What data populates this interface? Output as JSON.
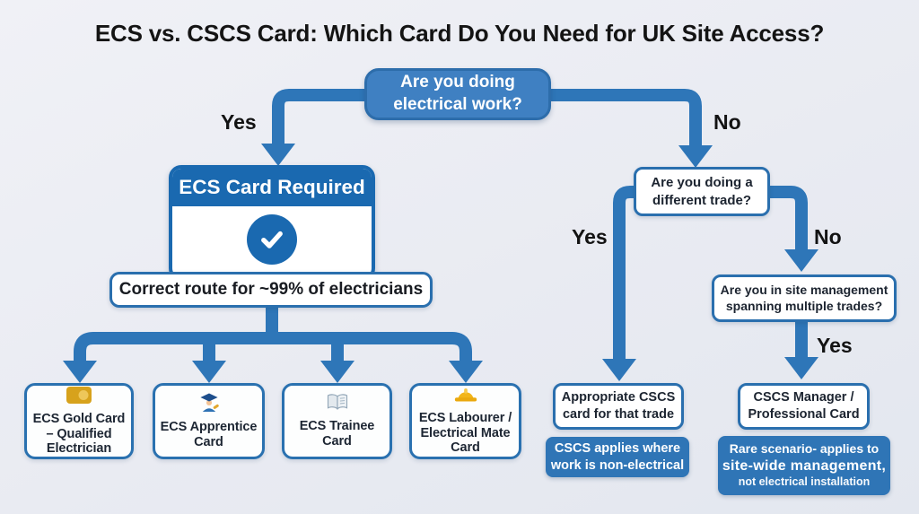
{
  "title": "ECS vs. CSCS Card: Which Card Do You Need for UK Site Access?",
  "labels": {
    "yes": "Yes",
    "no": "No"
  },
  "flow": {
    "root_question": "Are you doing electrical work?",
    "ecs_branch": {
      "header": "ECS Card Required",
      "check_icon": "checkmark-icon",
      "route_note": "Correct route for ~99% of electricians",
      "cards": [
        {
          "icon": "gold-card-icon",
          "label": "ECS Gold Card – Qualified Electrician"
        },
        {
          "icon": "graduate-icon",
          "label": "ECS Apprentice Card"
        },
        {
          "icon": "open-book-icon",
          "label": "ECS Trainee Card"
        },
        {
          "icon": "hard-hat-icon",
          "label": "ECS Labourer / Electrical Mate Card"
        }
      ]
    },
    "cscs_branch": {
      "trade_question": "Are you doing a different trade?",
      "trade_yes": {
        "result": "Appropriate CSCS card for that trade",
        "note": "CSCS applies where work is non-electrical"
      },
      "trade_no": {
        "management_question": "Are you in site management spanning multiple trades?",
        "result": "CSCS Manager / Professional Card",
        "note_lines": [
          "Rare scenario- applies to",
          "site-wide management,",
          "not electrical installation"
        ]
      }
    }
  },
  "colors": {
    "primary_blue": "#1a69b0",
    "connector_blue": "#2e76b8",
    "question_fill": "#3f80c2",
    "note_fill": "#2f75b6",
    "background": "#eaecf2",
    "gold_card": "#d7a21c",
    "hard_hat_yellow": "#f2b519"
  }
}
